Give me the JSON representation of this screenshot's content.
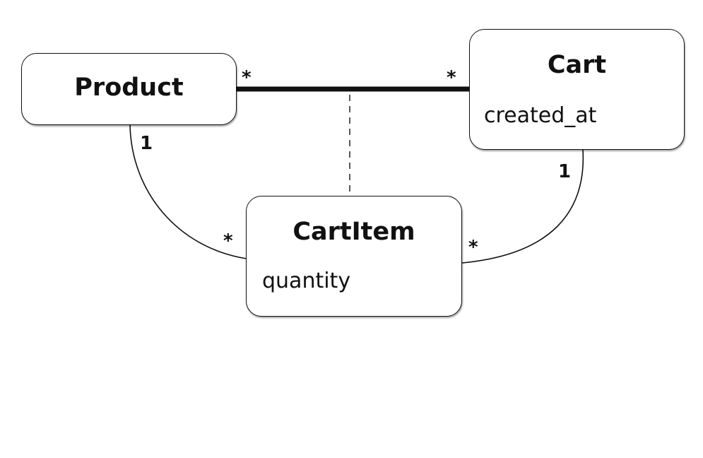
{
  "classes": {
    "product": {
      "name": "Product",
      "attributes": []
    },
    "cart": {
      "name": "Cart",
      "attributes": [
        "created_at"
      ]
    },
    "cart_item": {
      "name": "CartItem",
      "attributes": [
        "quantity"
      ]
    }
  },
  "associations": {
    "product_cart": {
      "product_end": "*",
      "cart_end": "*",
      "association_class": "CartItem"
    },
    "product_cartitem": {
      "product_end": "1",
      "cartitem_end": "*"
    },
    "cart_cartitem": {
      "cart_end": "1",
      "cartitem_end": "*"
    }
  },
  "colors": {
    "stroke": "#111111",
    "background": "#ffffff"
  }
}
